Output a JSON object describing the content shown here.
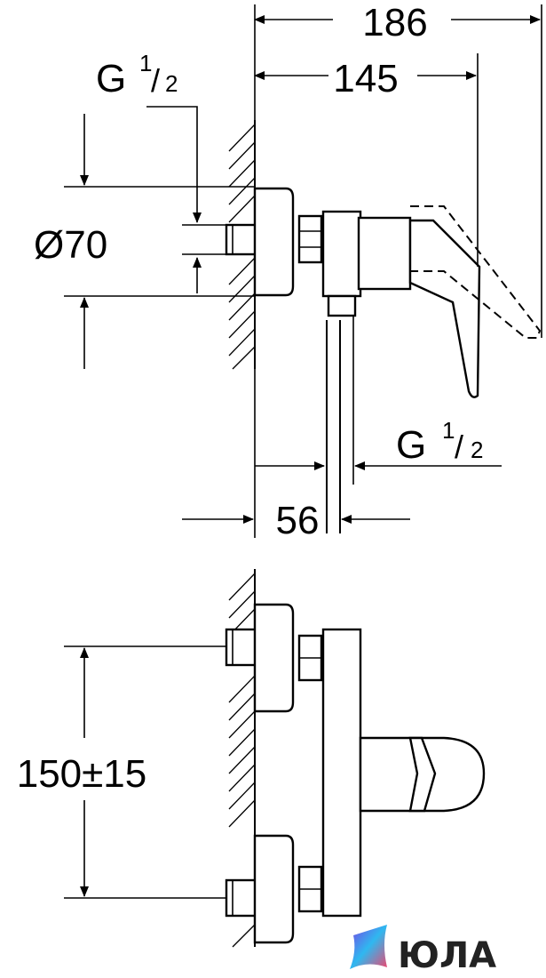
{
  "dimensions": {
    "overall_depth": "186",
    "lever_depth": "145",
    "inlet_thread": "G",
    "inlet_thread_fraction": "1/2",
    "inlet_thread_num": "1",
    "inlet_thread_den": "2",
    "escutcheon_diameter": "Ø70",
    "outlet_thread": "G",
    "outlet_thread_num": "1",
    "outlet_thread_den": "2",
    "outlet_offset": "56",
    "inlet_centers": "150±15"
  },
  "watermark": {
    "brand": "ЮЛА",
    "accent_colors": [
      "#7b3fe4",
      "#2fb8f0",
      "#f0466e"
    ]
  }
}
